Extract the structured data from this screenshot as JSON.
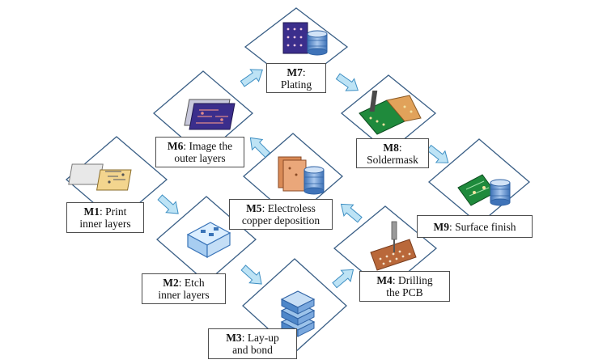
{
  "colors": {
    "diamond_border": "#3a5f86",
    "diamond_fill": "#ffffff",
    "arrow_fill": "#bde3f5",
    "arrow_stroke": "#3e8fc3",
    "label_border": "#4d4d4d",
    "board_green": "#1f8a3c",
    "board_orange": "#c9783e",
    "board_purple": "#3b2e8c",
    "cylinder_blue": "#5a8fd0"
  },
  "steps": [
    {
      "id": "M1",
      "name": "m1-print-inner-layers",
      "icon": "inner-layer-print-icon",
      "line1": ": Print",
      "line2": "inner layers"
    },
    {
      "id": "M2",
      "name": "m2-etch-inner-layers",
      "icon": "etched-block-icon",
      "line1": ": Etch",
      "line2": "inner layers"
    },
    {
      "id": "M3",
      "name": "m3-lay-up-and-bond",
      "icon": "layer-stack-icon",
      "line1": ": Lay-up",
      "line2": "and bond"
    },
    {
      "id": "M4",
      "name": "m4-drilling-the-pcb",
      "icon": "drill-board-icon",
      "line1": ": Drilling",
      "line2": "the PCB"
    },
    {
      "id": "M5",
      "name": "m5-electroless-copper-deposition",
      "icon": "copper-board-cylinder-icon",
      "line1": ": Electroless",
      "line2": "copper deposition"
    },
    {
      "id": "M6",
      "name": "m6-image-the-outer-layers",
      "icon": "outer-layer-image-icon",
      "line1": ": Image the",
      "line2": "outer layers"
    },
    {
      "id": "M7",
      "name": "m7-plating",
      "icon": "plated-board-cylinder-icon",
      "line1": ":",
      "line2": "Plating"
    },
    {
      "id": "M8",
      "name": "m8-soldermask",
      "icon": "soldermask-board-icon",
      "line1": ":",
      "line2": "Soldermask"
    },
    {
      "id": "M9",
      "name": "m9-surface-finish",
      "icon": "finished-board-cylinder-icon",
      "line1": ": Surface finish",
      "line2": ""
    }
  ]
}
